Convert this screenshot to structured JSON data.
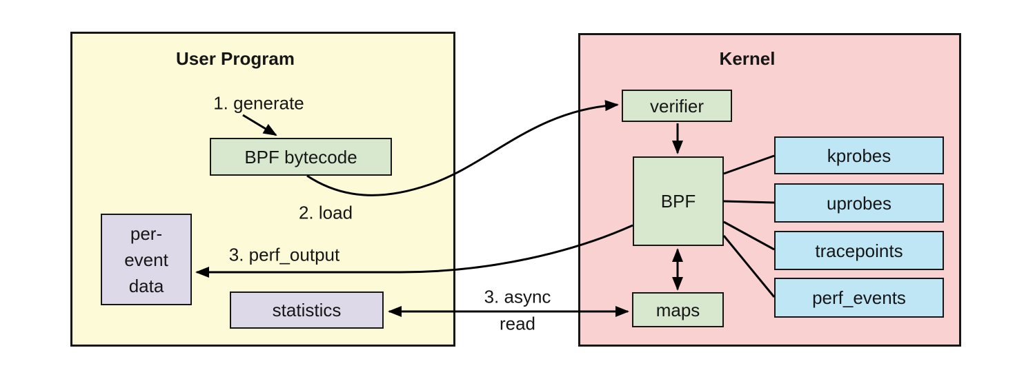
{
  "colors": {
    "user_program_bg": "#fcfad7",
    "kernel_bg": "#fad1d1",
    "green_node_bg": "#d8e8cf",
    "blue_node_bg": "#bee6f5",
    "lavender_node_bg": "#ded9e8",
    "border": "#161616",
    "arrow": "#000000"
  },
  "user_program": {
    "title": "User Program",
    "nodes": {
      "bpf_bytecode": {
        "label": "BPF bytecode"
      },
      "per_event_data": {
        "lines": [
          "per-",
          "event",
          "data"
        ]
      },
      "statistics": {
        "label": "statistics"
      }
    }
  },
  "kernel": {
    "title": "Kernel",
    "nodes": {
      "verifier": {
        "label": "verifier"
      },
      "bpf": {
        "label": "BPF"
      },
      "maps": {
        "label": "maps"
      },
      "kprobes": {
        "label": "kprobes"
      },
      "uprobes": {
        "label": "uprobes"
      },
      "tracepoints": {
        "label": "tracepoints"
      },
      "perf_events": {
        "label": "perf_events"
      }
    }
  },
  "annotations": {
    "generate": "1. generate",
    "load": "2. load",
    "perf_output": "3. perf_output",
    "async_read_line1": "3. async",
    "async_read_line2": "read"
  }
}
